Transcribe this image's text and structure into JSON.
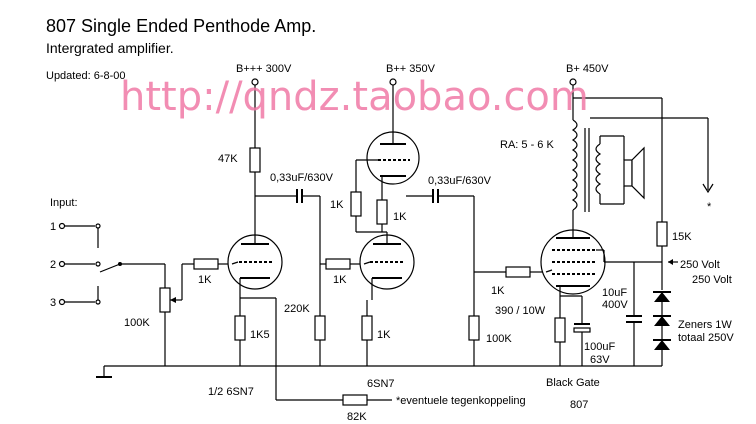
{
  "title": "807 Single Ended Penthode Amp.",
  "subtitle": "Intergrated amplifier.",
  "updated": "Updated: 6-8-00",
  "watermark": "http://qndz.taobao.com",
  "supply": {
    "b3": "B+++  300V",
    "b2": "B++  350V",
    "b1": "B+  450V"
  },
  "input": {
    "label": "Input:",
    "pin1": "1",
    "pin2": "2",
    "pin3": "3"
  },
  "components": {
    "r_47k": "47K",
    "c_033_1": "0,33uF/630V",
    "c_033_2": "0,33uF/630V",
    "r_1k_a": "1K",
    "r_1k_b": "1K",
    "r_1k_grid1": "1K",
    "r_1k_grid2": "1K",
    "r_1k_grid3": "1K",
    "r_100k_pot": "100K",
    "r_220k": "220K",
    "r_1k5": "1K5",
    "r_1k_cath2": "1K",
    "r_100k_grid": "100K",
    "r_390": "390 / 10W",
    "c_100uf": "100uF",
    "c_100uf_v": "63V",
    "c_10uf": "10uF",
    "c_10uf_v": "400V",
    "r_15k": "15K",
    "ra": "RA: 5 - 6 K",
    "v250a": "250 Volt",
    "v250b": "250 Volt",
    "zeners": "Zeners 1W",
    "zeners2": "totaal 250V",
    "r_82k": "82K",
    "feedback": "*eventuele tegenkoppeling",
    "star": "*"
  },
  "tubes": {
    "t1": "1/2 6SN7",
    "t2": "6SN7",
    "t3a": "Black Gate",
    "t3b": "807"
  }
}
